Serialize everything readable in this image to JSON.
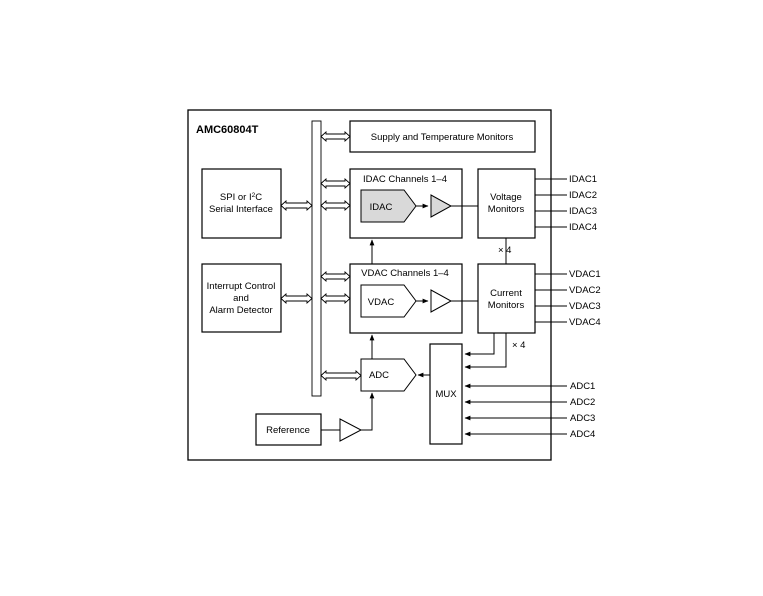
{
  "chip_name": "AMC60804T",
  "blocks": {
    "supply_monitors": "Supply and Temperature Monitors",
    "spi_line1": "SPI or I",
    "spi_sup": "2",
    "spi_line1_end": "C",
    "spi_line2": "Serial Interface",
    "interrupt_line1": "Interrupt Control",
    "interrupt_line2": "and",
    "interrupt_line3": "Alarm Detector",
    "idac_channels": "IDAC Channels 1–4",
    "idac": "IDAC",
    "vdac_channels": "VDAC Channels 1–4",
    "vdac": "VDAC",
    "voltage_monitors_line1": "Voltage",
    "voltage_monitors_line2": "Monitors",
    "current_monitors_line1": "Current",
    "current_monitors_line2": "Monitors",
    "adc": "ADC",
    "mux": "MUX",
    "reference": "Reference",
    "x4_voltage": "× 4",
    "x4_current": "× 4"
  },
  "pins": {
    "idac": [
      "IDAC1",
      "IDAC2",
      "IDAC3",
      "IDAC4"
    ],
    "vdac": [
      "VDAC1",
      "VDAC2",
      "VDAC3",
      "VDAC4"
    ],
    "adc": [
      "ADC1",
      "ADC2",
      "ADC3",
      "ADC4"
    ]
  },
  "colors": {
    "idac_fill": "#d9d9d9",
    "line": "#000000"
  }
}
